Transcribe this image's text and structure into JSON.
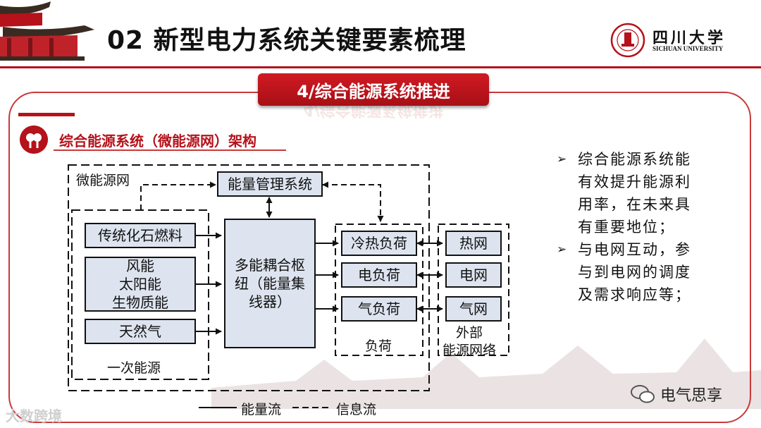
{
  "header": {
    "title": "02 新型电力系统关键要素梳理",
    "logo": {
      "cn": "四川大学",
      "en": "SICHUAN UNIVERSITY",
      "icon": "sichuan-university-seal"
    }
  },
  "banner": {
    "label": "4/综合能源系统推进"
  },
  "section": {
    "title": "综合能源系统（微能源网）架构",
    "icon": "leaf-tree-icon"
  },
  "diagram": {
    "outer_label": "微能源网",
    "management": "能量管理系统",
    "primary_group": "一次能源",
    "sources": [
      "传统化石燃料",
      "风能\n太阳能\n生物质能",
      "天然气"
    ],
    "hub": "多能耦合枢纽（能量集线器）",
    "loads_group": "负荷",
    "loads": [
      "冷热负荷",
      "电负荷",
      "气负荷"
    ],
    "external_group": "外部\n能源网络",
    "externals": [
      "热网",
      "电网",
      "气网"
    ]
  },
  "legend": {
    "energy": "能量流",
    "info": "信息流"
  },
  "bullets": [
    "综合能源系统能有效提升能源利用率，在未来具有重要地位；",
    "与电网互动，参与到电网的调度及需求响应等；"
  ],
  "watermarks": {
    "left": "大数跨境",
    "right": "电气思享"
  },
  "colors": {
    "accent": "#b5121b",
    "box_fill": "#dde4ef"
  }
}
